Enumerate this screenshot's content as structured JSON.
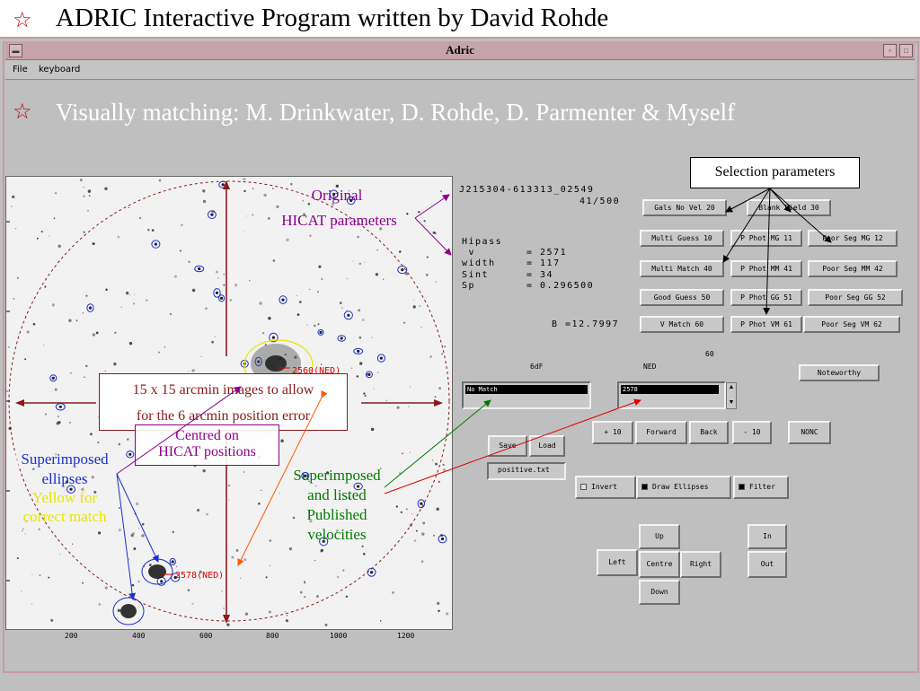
{
  "slide": {
    "title": "ADRIC Interactive Program written by David Rohde",
    "subtitle": "Visually matching: M. Drinkwater, D. Rohde, D. Parmenter & Myself",
    "bullet_glyph": "☆"
  },
  "window": {
    "title": "Adric",
    "menu": [
      "File",
      "keyboard"
    ]
  },
  "sky_image": {
    "x_ticks": [
      "200",
      "400",
      "600",
      "800",
      "1000",
      "1200"
    ],
    "ned_label_1": "2560(NED)",
    "ned_label_2": "2578(NED)"
  },
  "info": {
    "source_id": "J215304-613313_02549",
    "counter": "41/500",
    "hipass_label": "Hipass",
    "rows": [
      {
        "key": " v",
        "value": "= 2571"
      },
      {
        "key": "width",
        "value": "= 117"
      },
      {
        "key": "Sint",
        "value": "= 34"
      },
      {
        "key": "Sp",
        "value": "= 0.296500"
      }
    ],
    "b_value": "B =12.7997",
    "sixty": "60"
  },
  "category_buttons": [
    [
      "Gals No Vel 20",
      "Blank Field 30"
    ],
    [
      "Multi Guess 10",
      "P Phot MG 11",
      "Poor Seg MG 12"
    ],
    [
      "Multi Match 40",
      "P Phot MM 41",
      "Poor Seg MM 42"
    ],
    [
      "Good Guess 50",
      "P Phot GG 51",
      "Poor Seg GG 52"
    ],
    [
      "V Match 60",
      "P Phot VM 61",
      "Poor Seg VM 62"
    ]
  ],
  "noteworthy": "Noteworthy",
  "sixdf": {
    "label": "6dF",
    "value": "No Match"
  },
  "ned": {
    "label": "NED",
    "value": "2578"
  },
  "nav_buttons": {
    "plus10": "+ 10",
    "forward": "Forward",
    "back": "Back",
    "minus10": "- 10",
    "nonc": "NONC",
    "save": "Save",
    "load": "Load",
    "file": "positive.txt",
    "invert": "Invert",
    "draw_ellipses": "Draw Ellipses",
    "filter": "Filter",
    "up": "Up",
    "left": "Left",
    "centre": "Centre",
    "right": "Right",
    "down": "Down",
    "zoom_in": "In",
    "zoom_out": "Out"
  },
  "annotations": {
    "selection_parameters": "Selection parameters",
    "original": "Original",
    "hicat_parameters": "HICAT parameters",
    "images_note_1": "15 x 15 arcmin images  to allow",
    "images_note_2": "for the 6 arcmin position error",
    "centred_1": "Centred on",
    "centred_2": "HICAT positions",
    "superimposed_1": "Superimposed",
    "superimposed_2": "ellipses",
    "yellow_1": "Yellow for",
    "yellow_2": "correct match",
    "published_1": "Superimposed",
    "published_2": "and listed",
    "published_3": "Published",
    "published_4": "velocities"
  },
  "colors": {
    "window_bg": "#bfbfbf",
    "titlebar": "#c6a3ab",
    "annotation_red": "#8b1a1a",
    "annotation_purple": "#8b008b",
    "annotation_blue": "#1a2fcf",
    "annotation_green": "#007a00",
    "annotation_yellow": "#e6e600",
    "ned_red": "#e00000"
  }
}
